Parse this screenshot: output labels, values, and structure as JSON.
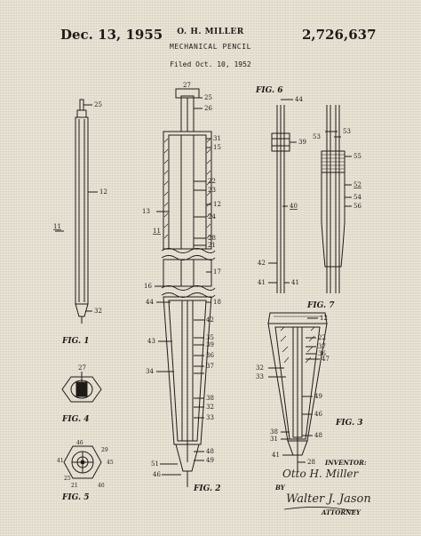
{
  "header": {
    "date": "Dec. 13, 1955",
    "inventor": "O. H. MILLER",
    "title": "MECHANICAL PENCIL",
    "filed": "Filed Oct. 10, 1952",
    "patent_number": "2,726,637"
  },
  "figure_labels": {
    "fig1": "FIG. 1",
    "fig2": "FIG. 2",
    "fig3": "FIG. 3",
    "fig4": "FIG. 4",
    "fig5": "FIG. 5",
    "fig6": "FIG. 6",
    "fig7": "FIG. 7"
  },
  "reference_numerals": {
    "fig1": [
      "25",
      "12",
      "11",
      "32"
    ],
    "fig2": [
      "27",
      "25",
      "26",
      "31",
      "15",
      "22",
      "23",
      "12",
      "13",
      "24",
      "11",
      "28",
      "21",
      "17",
      "16",
      "18",
      "44",
      "42",
      "35",
      "39",
      "43",
      "36",
      "37",
      "34",
      "38",
      "32",
      "33",
      "48",
      "51",
      "46",
      "49"
    ],
    "fig3": [
      "12",
      "22",
      "37",
      "36",
      "47",
      "32",
      "33",
      "49",
      "46",
      "38",
      "31",
      "48",
      "41",
      "28"
    ],
    "fig4": [
      "27"
    ],
    "fig5": [
      "46",
      "29",
      "41",
      "45",
      "25",
      "21",
      "46"
    ],
    "fig6": [
      "44",
      "39",
      "40",
      "42",
      "41",
      "41"
    ],
    "fig7": [
      "53",
      "53",
      "55",
      "52",
      "54",
      "56"
    ]
  },
  "signature_block": {
    "inventor_label": "INVENTOR:",
    "inventor_name": "Otto H. Miller",
    "by_label": "BY",
    "attorney_signature": "Walter J. Jason",
    "attorney_label": "ATTORNEY"
  },
  "colors": {
    "paper": "#e9e3d6",
    "ink": "#1e1b17"
  }
}
